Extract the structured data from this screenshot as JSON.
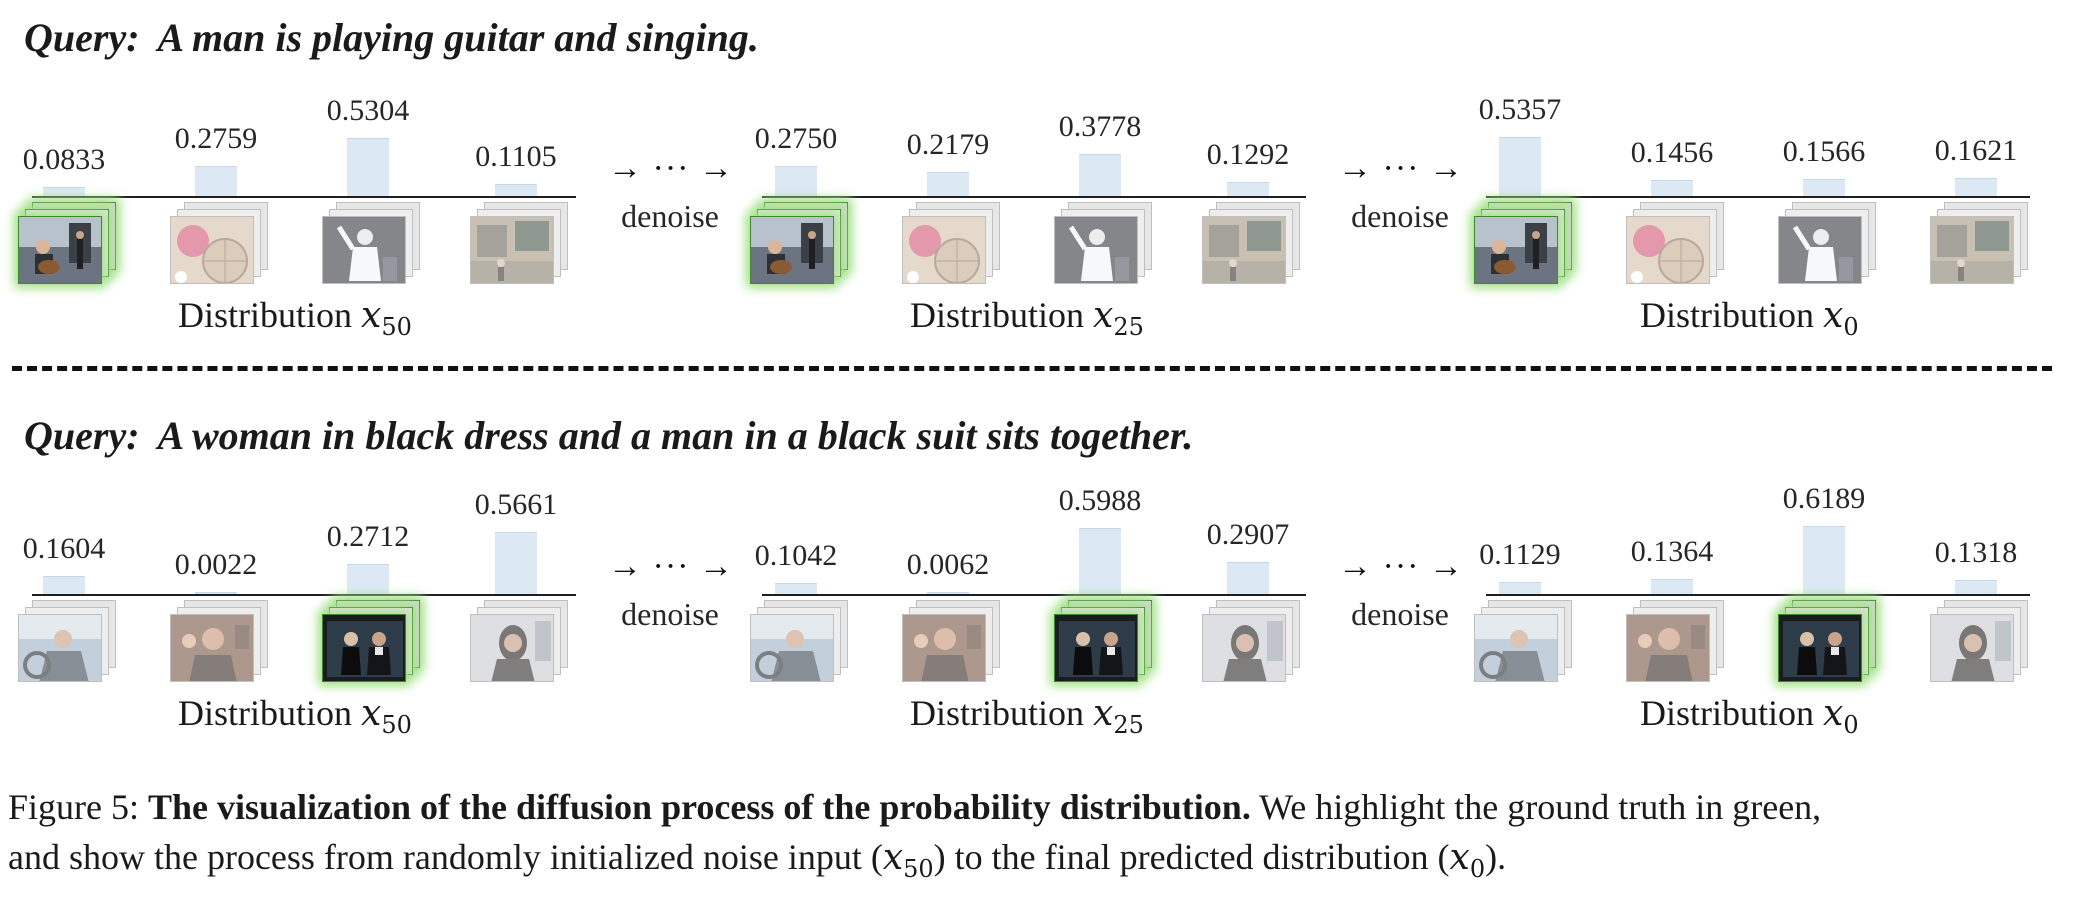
{
  "rows": [
    {
      "query_label": "Query:",
      "query_text": "A man is playing guitar and singing.",
      "gt_index": 0,
      "stages": [
        {
          "var": "x",
          "sub": "50",
          "label": "Distribution",
          "values": [
            "0.0833",
            "0.2759",
            "0.5304",
            "0.1105"
          ],
          "levels": [
            0.0833,
            0.2759,
            0.5304,
            0.1105
          ]
        },
        {
          "var": "x",
          "sub": "25",
          "label": "Distribution",
          "values": [
            "0.2750",
            "0.2179",
            "0.3778",
            "0.1292"
          ],
          "levels": [
            0.275,
            0.2179,
            0.3778,
            0.1292
          ]
        },
        {
          "var": "x",
          "sub": "0",
          "label": "Distribution",
          "values": [
            "0.5357",
            "0.1456",
            "0.1566",
            "0.1621"
          ],
          "levels": [
            0.5357,
            0.1456,
            0.1566,
            0.1621
          ]
        }
      ],
      "thumbs": [
        "thumb-guitar-street",
        "thumb-pink-drum",
        "thumb-performer",
        "thumb-street-scene"
      ]
    },
    {
      "query_label": "Query:",
      "query_text": "A woman in black dress and a man in a black suit sits together.",
      "gt_index": 2,
      "stages": [
        {
          "var": "x",
          "sub": "50",
          "label": "Distribution",
          "values": [
            "0.1604",
            "0.0022",
            "0.2712",
            "0.5661"
          ],
          "levels": [
            0.1604,
            0.0022,
            0.2712,
            0.5661
          ]
        },
        {
          "var": "x",
          "sub": "25",
          "label": "Distribution",
          "values": [
            "0.1042",
            "0.0062",
            "0.5988",
            "0.2907"
          ],
          "levels": [
            0.1042,
            0.0062,
            0.5988,
            0.2907
          ]
        },
        {
          "var": "x",
          "sub": "0",
          "label": "Distribution",
          "values": [
            "0.1129",
            "0.1364",
            "0.6189",
            "0.1318"
          ],
          "levels": [
            0.1129,
            0.1364,
            0.6189,
            0.1318
          ]
        }
      ],
      "thumbs": [
        "thumb-car-driver",
        "thumb-man-talking",
        "thumb-couple-dark",
        "thumb-woman-dark-hair"
      ]
    }
  ],
  "arrow_text": "→ ··· →",
  "denoise_label": "denoise",
  "caption": {
    "prefix": "Figure 5: ",
    "bold": "The visualization of the diffusion process of the probability distribution.",
    "line1_rest": " We highlight the ground truth in green,",
    "line2_a": "and show the process from randomly initialized noise input (",
    "line2_var1": "x",
    "line2_sub1": "50",
    "line2_b": ") to the final predicted distribution (",
    "line2_var2": "x",
    "line2_sub2": "0",
    "line2_c": ")."
  },
  "colors": {
    "bar": "#dce9f5",
    "ground_truth_glow": "#a6e28c",
    "axis": "#1e1e1e"
  }
}
